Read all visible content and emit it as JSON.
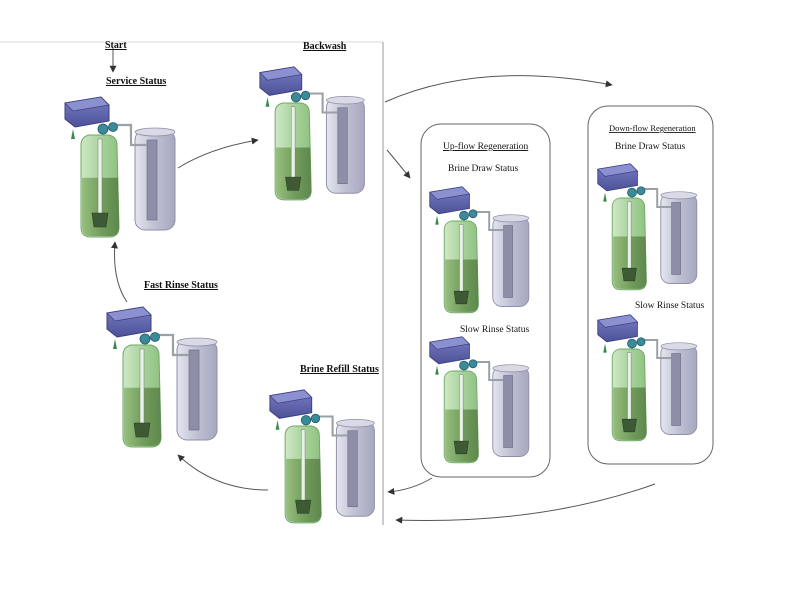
{
  "labels": {
    "start": "Start",
    "service": "Service  Status",
    "backwash": "Backwash",
    "upflow_title": "Up-flow Regeneration",
    "upflow_brine_draw": "Brine Draw Status",
    "upflow_slow_rinse": "Slow Rinse Status",
    "downflow_title": "Down-flow Regeneration",
    "downflow_brine_draw": "Brine Draw Status",
    "downflow_slow_rinse": "Slow Rinse Status",
    "brine_refill": "Brine Refill Status",
    "fast_rinse": "Fast Rinse Status"
  },
  "colors": {
    "valve": "#5a5fa8",
    "valve_dark": "#3c4080",
    "tank_glass": "#b9dcb0",
    "resin": "#6e9a58",
    "brine_glass": "#c7c8d8",
    "fitting": "#3a8a9a"
  },
  "units": [
    {
      "state": "service",
      "fill": 0.6
    },
    {
      "state": "backwash",
      "fill": 0.55
    },
    {
      "state": "upflow-brine-draw",
      "fill": 0.6
    },
    {
      "state": "upflow-slow-rinse",
      "fill": 0.6
    },
    {
      "state": "downflow-brine-draw",
      "fill": 0.6
    },
    {
      "state": "downflow-slow-rinse",
      "fill": 0.6
    },
    {
      "state": "brine-refill",
      "fill": 0.7
    },
    {
      "state": "fast-rinse",
      "fill": 0.6
    }
  ]
}
